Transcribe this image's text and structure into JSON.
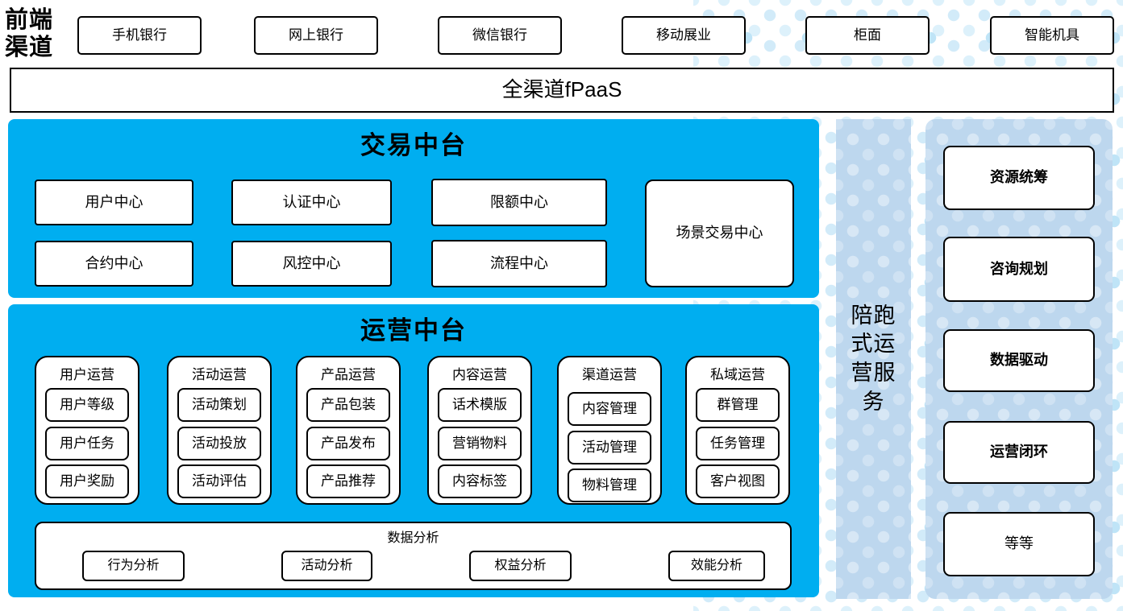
{
  "front_channels": {
    "label": "前端渠道",
    "items": [
      {
        "label": "手机银行"
      },
      {
        "label": "网上银行"
      },
      {
        "label": "微信银行"
      },
      {
        "label": "移动展业"
      },
      {
        "label": "柜面"
      },
      {
        "label": "智能机具"
      }
    ]
  },
  "platform_bar": {
    "label": "全渠道fPaaS"
  },
  "trade_center": {
    "title": "交易中台",
    "row1": [
      "用户中心",
      "认证中心",
      "限额中心"
    ],
    "row2": [
      "合约中心",
      "风控中心",
      "流程中心"
    ],
    "scene_box": "场景交易中心"
  },
  "ops_center": {
    "title": "运营中台",
    "columns": [
      {
        "title": "用户运营",
        "items": [
          "用户等级",
          "用户任务",
          "用户奖励"
        ]
      },
      {
        "title": "活动运营",
        "items": [
          "活动策划",
          "活动投放",
          "活动评估"
        ]
      },
      {
        "title": "产品运营",
        "items": [
          "产品包装",
          "产品发布",
          "产品推荐"
        ]
      },
      {
        "title": "内容运营",
        "items": [
          "话术模版",
          "营销物料",
          "内容标签"
        ]
      },
      {
        "title": "渠道运营",
        "items": [
          "内容管理",
          "活动管理",
          "物料管理"
        ]
      },
      {
        "title": "私域运营",
        "items": [
          "群管理",
          "任务管理",
          "客户视图"
        ]
      }
    ],
    "data_analysis": {
      "title": "数据分析",
      "items": [
        "行为分析",
        "活动分析",
        "权益分析",
        "效能分析"
      ]
    }
  },
  "companion_service": {
    "label": "陪跑式运营服务"
  },
  "right_panel": {
    "items": [
      {
        "label": "资源统筹"
      },
      {
        "label": "咨询规划"
      },
      {
        "label": "数据驱动"
      },
      {
        "label": "运营闭环"
      },
      {
        "label": "等等"
      }
    ]
  },
  "colors": {
    "primary_blue": "#00AEF0",
    "light_blue": "#BDD7EE",
    "dot_blue": "#CFE9F8"
  }
}
